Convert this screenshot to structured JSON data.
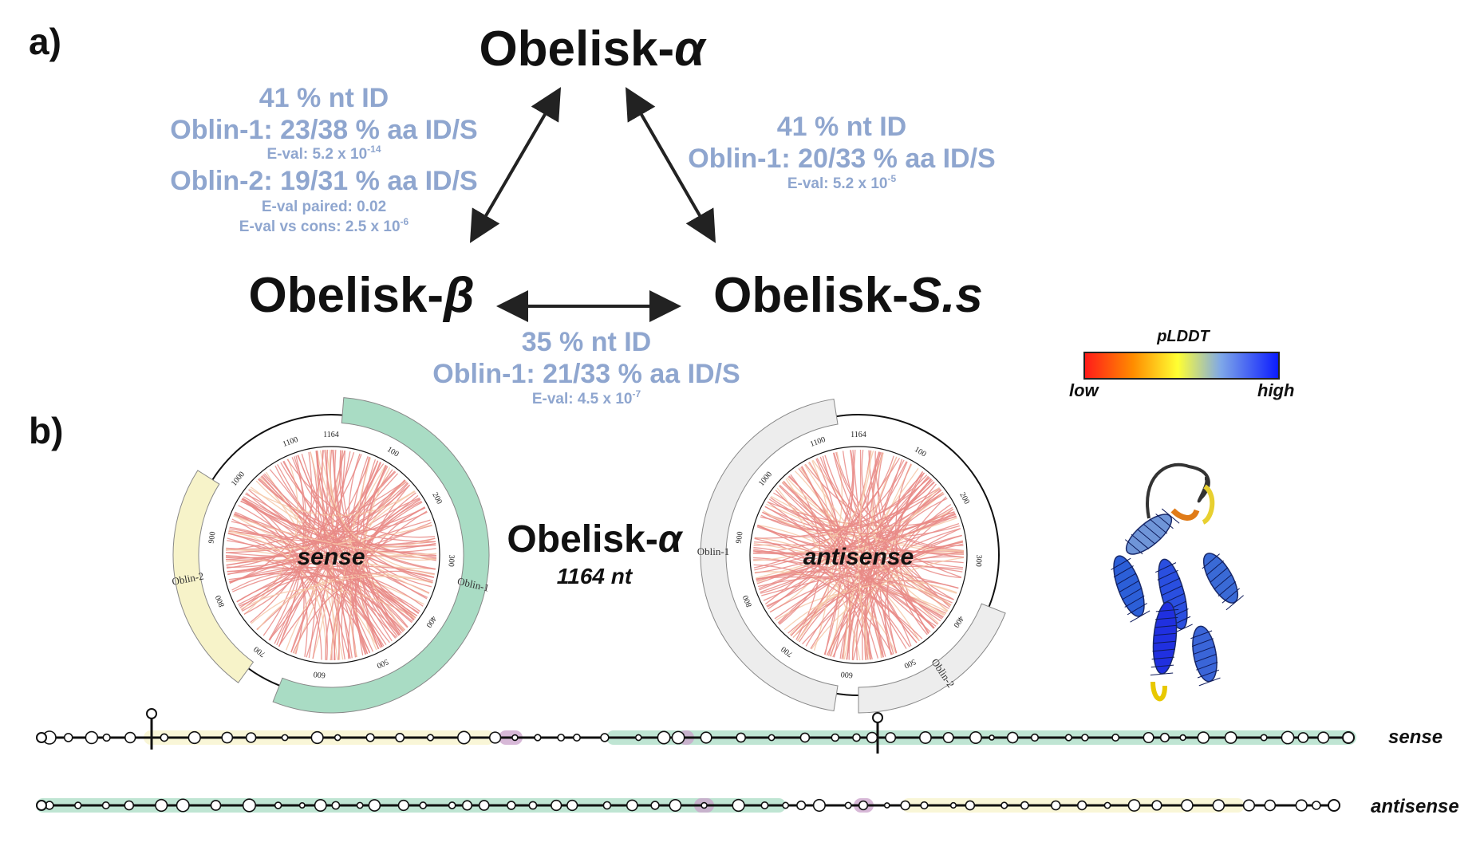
{
  "panels": {
    "a": "a)",
    "b": "b)"
  },
  "triangle": {
    "alpha": {
      "prefix": "Obelisk-",
      "greek": "α"
    },
    "beta": {
      "prefix": "Obelisk-",
      "greek": "β"
    },
    "ss": {
      "prefix": "Obelisk-",
      "italic": "S.s"
    }
  },
  "stats": {
    "alpha_beta": {
      "line1": "41 % nt ID",
      "line2": "Oblin-1: 23/38 % aa ID/S",
      "line3_base": "E-val: 5.2 x 10",
      "line3_exp": "-14",
      "line4": "Oblin-2: 19/31 % aa ID/S",
      "line5": "E-val paired: 0.02",
      "line6_base": "E-val vs cons: 2.5 x 10",
      "line6_exp": "-6"
    },
    "alpha_ss": {
      "line1": "41 % nt ID",
      "line2": "Oblin-1: 20/33 % aa ID/S",
      "line3_base": "E-val: 5.2 x 10",
      "line3_exp": "-5"
    },
    "beta_ss": {
      "line1": "35 % nt ID",
      "line2": "Oblin-1: 21/33 % aa ID/S",
      "line3_base": "E-val: 4.5 x 10",
      "line3_exp": "-7"
    }
  },
  "legend": {
    "title": "pLDDT",
    "low": "low",
    "high": "high"
  },
  "center": {
    "prefix": "Obelisk-",
    "greek": "α",
    "length": "1164 nt"
  },
  "circles": {
    "sense": {
      "label": "sense",
      "orf1": "Oblin-1",
      "orf2": "Oblin-2"
    },
    "antisense": {
      "label": "antisense",
      "orf1": "Oblin-1",
      "orf2": "Oblin-2"
    },
    "ticks": [
      "100",
      "200",
      "300",
      "400",
      "500",
      "600",
      "700",
      "800",
      "900",
      "1000",
      "1100",
      "1164"
    ]
  },
  "rows": {
    "sense": "sense",
    "antisense": "antisense"
  },
  "colors": {
    "stat_text": "#8fa6cf",
    "arc": "#e98a86",
    "oblin1": "#a9dcc4",
    "oblin2": "#f7f3c9",
    "grey_orf": "#ededed",
    "purple": "#c9a0c9"
  },
  "icons": {
    "protein": "protein-structure-icon"
  }
}
